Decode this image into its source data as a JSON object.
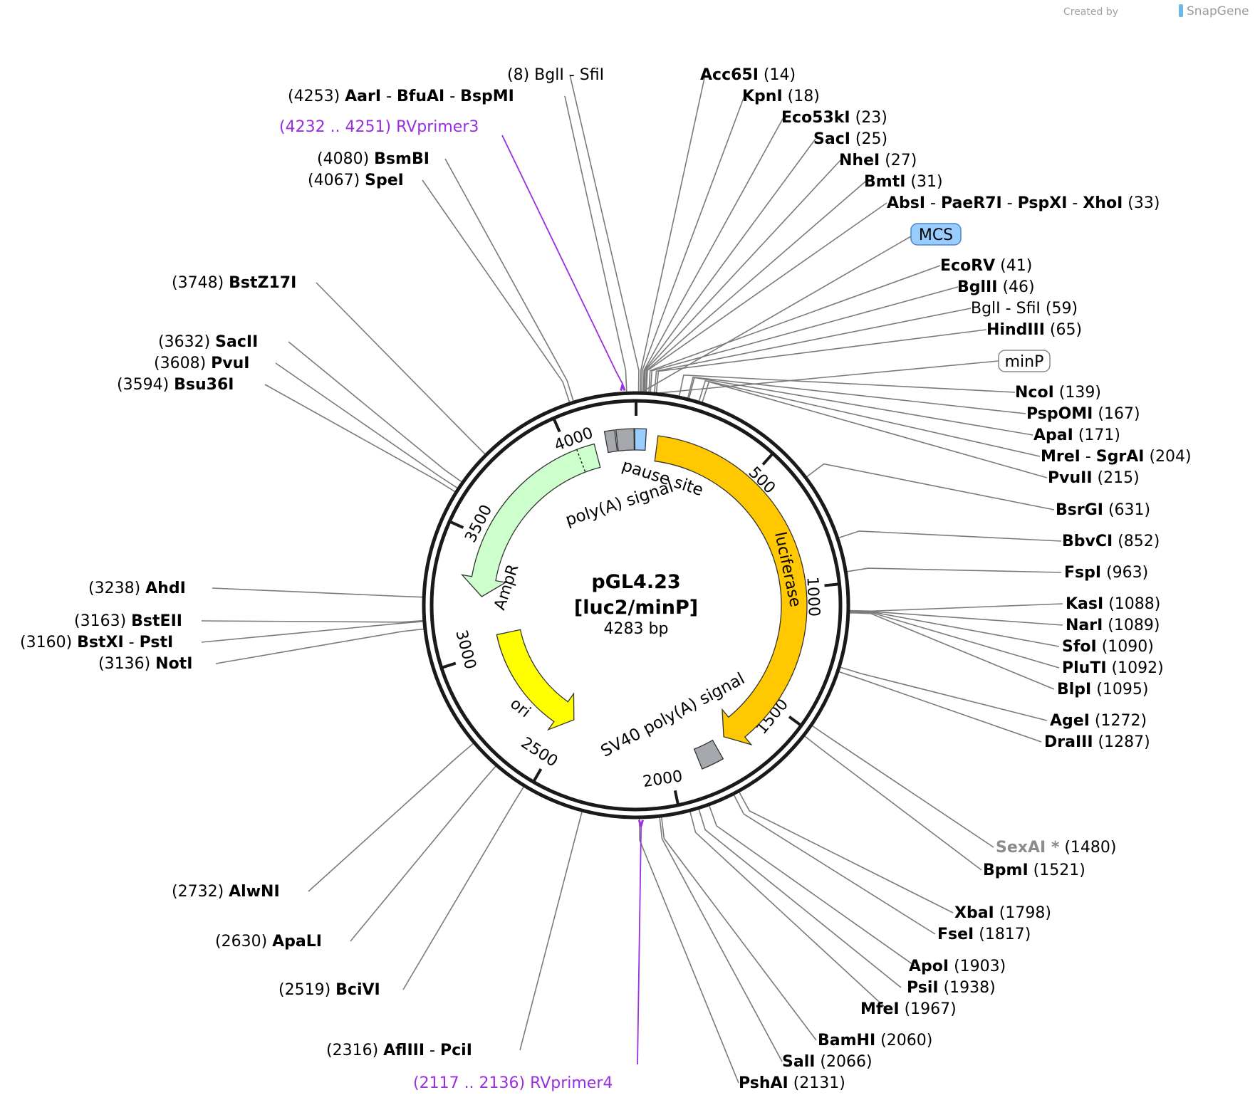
{
  "credit": {
    "prefix": "Created by",
    "brand": "SnapGene"
  },
  "map": {
    "name_line1": "pGL4.23",
    "name_line2": "[luc2/minP]",
    "length": "4283 bp",
    "total_bp": 4283
  },
  "ticks": [
    {
      "bp": 500,
      "label": "500"
    },
    {
      "bp": 1000,
      "label": "1000"
    },
    {
      "bp": 1500,
      "label": "1500"
    },
    {
      "bp": 2000,
      "label": "2000"
    },
    {
      "bp": 2500,
      "label": "2500"
    },
    {
      "bp": 3000,
      "label": "3000"
    },
    {
      "bp": 3500,
      "label": "3500"
    },
    {
      "bp": 4000,
      "label": "4000"
    }
  ],
  "features": [
    {
      "id": "luciferase",
      "label": "luciferase",
      "start": 88,
      "end": 1741,
      "color": "#ffc800",
      "type": "arrow"
    },
    {
      "id": "ampr",
      "label": "AmpR",
      "start": 3250,
      "end": 4110,
      "color": "#ccffcc",
      "type": "arrow-ccw"
    },
    {
      "id": "ori",
      "label": "ori",
      "start": 2480,
      "end": 3070,
      "color": "#ffff00",
      "type": "arrow-ccw-rev"
    },
    {
      "id": "sv40",
      "label": "SV40 poly(A) signal",
      "start": 1790,
      "end": 1880,
      "color": "#a5a8ad",
      "type": "box"
    },
    {
      "id": "polya",
      "label": "poly(A) signal",
      "start": 4160,
      "end": 4200,
      "color": "#a5a8ad",
      "type": "box"
    },
    {
      "id": "pause",
      "label": "pause site",
      "start": 4205,
      "end": 4275,
      "color": "#a5a8ad",
      "type": "box"
    },
    {
      "id": "mcs",
      "label": "MCS",
      "start": 4278,
      "end": 40,
      "color": "#99ccff",
      "type": "box"
    }
  ],
  "feature_labels": {
    "pause": "pause site",
    "polya": "poly(A) signal",
    "sv40": "SV40 poly(A) signal",
    "luciferase": "luciferase",
    "ampr": "AmpR",
    "ori": "ori",
    "mcs_tag": "MCS",
    "minp_tag": "minP"
  },
  "primers": [
    {
      "pos": "(4232 .. 4251)",
      "name": "RVprimer3",
      "bp": 4241
    },
    {
      "pos": "(2117 .. 2136)",
      "name": "RVprimer4",
      "bp": 2126
    }
  ],
  "sites": [
    {
      "pos": "(8)",
      "parts": [
        "BglI",
        "SfiI"
      ],
      "bold": false,
      "bp": 8
    },
    {
      "pos": "(4253)",
      "parts": [
        "AarI",
        "BfuAI",
        "BspMI"
      ],
      "bold": true,
      "bp": 4253
    },
    {
      "pos": "(4080)",
      "parts": [
        "BsmBI"
      ],
      "bold": true,
      "bp": 4080
    },
    {
      "pos": "(4067)",
      "parts": [
        "SpeI"
      ],
      "bold": true,
      "bp": 4067
    },
    {
      "pos": "(3748)",
      "parts": [
        "BstZ17I"
      ],
      "bold": true,
      "bp": 3748
    },
    {
      "pos": "(3632)",
      "parts": [
        "SacII"
      ],
      "bold": true,
      "bp": 3632
    },
    {
      "pos": "(3608)",
      "parts": [
        "PvuI"
      ],
      "bold": true,
      "bp": 3608
    },
    {
      "pos": "(3594)",
      "parts": [
        "Bsu36I"
      ],
      "bold": true,
      "bp": 3594
    },
    {
      "pos": "(3238)",
      "parts": [
        "AhdI"
      ],
      "bold": true,
      "bp": 3238
    },
    {
      "pos": "(3163)",
      "parts": [
        "BstEII"
      ],
      "bold": true,
      "bp": 3163
    },
    {
      "pos": "(3160)",
      "parts": [
        "BstXI",
        "PstI"
      ],
      "bold": true,
      "bp": 3160
    },
    {
      "pos": "(3136)",
      "parts": [
        "NotI"
      ],
      "bold": true,
      "bp": 3136
    },
    {
      "pos": "(2732)",
      "parts": [
        "AlwNI"
      ],
      "bold": true,
      "bp": 2732
    },
    {
      "pos": "(2630)",
      "parts": [
        "ApaLI"
      ],
      "bold": true,
      "bp": 2630
    },
    {
      "pos": "(2519)",
      "parts": [
        "BciVI"
      ],
      "bold": true,
      "bp": 2519
    },
    {
      "pos": "(2316)",
      "parts": [
        "AflIII",
        "PciI"
      ],
      "bold": true,
      "bp": 2316
    },
    {
      "pos": "(14)",
      "parts": [
        "Acc65I"
      ],
      "bold": true,
      "bp": 14
    },
    {
      "pos": "(18)",
      "parts": [
        "KpnI"
      ],
      "bold": true,
      "bp": 18
    },
    {
      "pos": "(23)",
      "parts": [
        "Eco53kI"
      ],
      "bold": true,
      "bp": 23
    },
    {
      "pos": "(25)",
      "parts": [
        "SacI"
      ],
      "bold": true,
      "bp": 25
    },
    {
      "pos": "(27)",
      "parts": [
        "NheI"
      ],
      "bold": true,
      "bp": 27
    },
    {
      "pos": "(31)",
      "parts": [
        "BmtI"
      ],
      "bold": true,
      "bp": 31
    },
    {
      "pos": "(33)",
      "parts": [
        "AbsI",
        "PaeR7I",
        "PspXI",
        "XhoI"
      ],
      "bold": true,
      "bp": 33
    },
    {
      "pos": "(41)",
      "parts": [
        "EcoRV"
      ],
      "bold": true,
      "bp": 41
    },
    {
      "pos": "(46)",
      "parts": [
        "BglII"
      ],
      "bold": true,
      "bp": 46
    },
    {
      "pos": "(59)",
      "parts": [
        "BglI",
        "SfiI"
      ],
      "bold": false,
      "bp": 59
    },
    {
      "pos": "(65)",
      "parts": [
        "HindIII"
      ],
      "bold": true,
      "bp": 65
    },
    {
      "pos": "(139)",
      "parts": [
        "NcoI"
      ],
      "bold": true,
      "bp": 139
    },
    {
      "pos": "(167)",
      "parts": [
        "PspOMI"
      ],
      "bold": true,
      "bp": 167
    },
    {
      "pos": "(171)",
      "parts": [
        "ApaI"
      ],
      "bold": true,
      "bp": 171
    },
    {
      "pos": "(204)",
      "parts": [
        "MreI",
        "SgrAI"
      ],
      "bold": true,
      "bp": 204
    },
    {
      "pos": "(215)",
      "parts": [
        "PvuII"
      ],
      "bold": true,
      "bp": 215
    },
    {
      "pos": "(631)",
      "parts": [
        "BsrGI"
      ],
      "bold": true,
      "bp": 631
    },
    {
      "pos": "(852)",
      "parts": [
        "BbvCI"
      ],
      "bold": true,
      "bp": 852
    },
    {
      "pos": "(963)",
      "parts": [
        "FspI"
      ],
      "bold": true,
      "bp": 963
    },
    {
      "pos": "(1088)",
      "parts": [
        "KasI"
      ],
      "bold": true,
      "bp": 1088
    },
    {
      "pos": "(1089)",
      "parts": [
        "NarI"
      ],
      "bold": true,
      "bp": 1089
    },
    {
      "pos": "(1090)",
      "parts": [
        "SfoI"
      ],
      "bold": true,
      "bp": 1090
    },
    {
      "pos": "(1092)",
      "parts": [
        "PluTI"
      ],
      "bold": true,
      "bp": 1092
    },
    {
      "pos": "(1095)",
      "parts": [
        "BlpI"
      ],
      "bold": true,
      "bp": 1095
    },
    {
      "pos": "(1272)",
      "parts": [
        "AgeI"
      ],
      "bold": true,
      "bp": 1272
    },
    {
      "pos": "(1287)",
      "parts": [
        "DraIII"
      ],
      "bold": true,
      "bp": 1287
    },
    {
      "pos": "(1480)",
      "parts": [
        "SexAI *"
      ],
      "bold": true,
      "gray": true,
      "bp": 1480
    },
    {
      "pos": "(1521)",
      "parts": [
        "BpmI"
      ],
      "bold": true,
      "bp": 1521
    },
    {
      "pos": "(1798)",
      "parts": [
        "XbaI"
      ],
      "bold": true,
      "bp": 1798
    },
    {
      "pos": "(1817)",
      "parts": [
        "FseI"
      ],
      "bold": true,
      "bp": 1817
    },
    {
      "pos": "(1903)",
      "parts": [
        "ApoI"
      ],
      "bold": true,
      "bp": 1903
    },
    {
      "pos": "(1938)",
      "parts": [
        "PsiI"
      ],
      "bold": true,
      "bp": 1938
    },
    {
      "pos": "(1967)",
      "parts": [
        "MfeI"
      ],
      "bold": true,
      "bp": 1967
    },
    {
      "pos": "(2060)",
      "parts": [
        "BamHI"
      ],
      "bold": true,
      "bp": 2060
    },
    {
      "pos": "(2066)",
      "parts": [
        "SalI"
      ],
      "bold": true,
      "bp": 2066
    },
    {
      "pos": "(2131)",
      "parts": [
        "PshAI"
      ],
      "bold": true,
      "bp": 2131
    }
  ]
}
